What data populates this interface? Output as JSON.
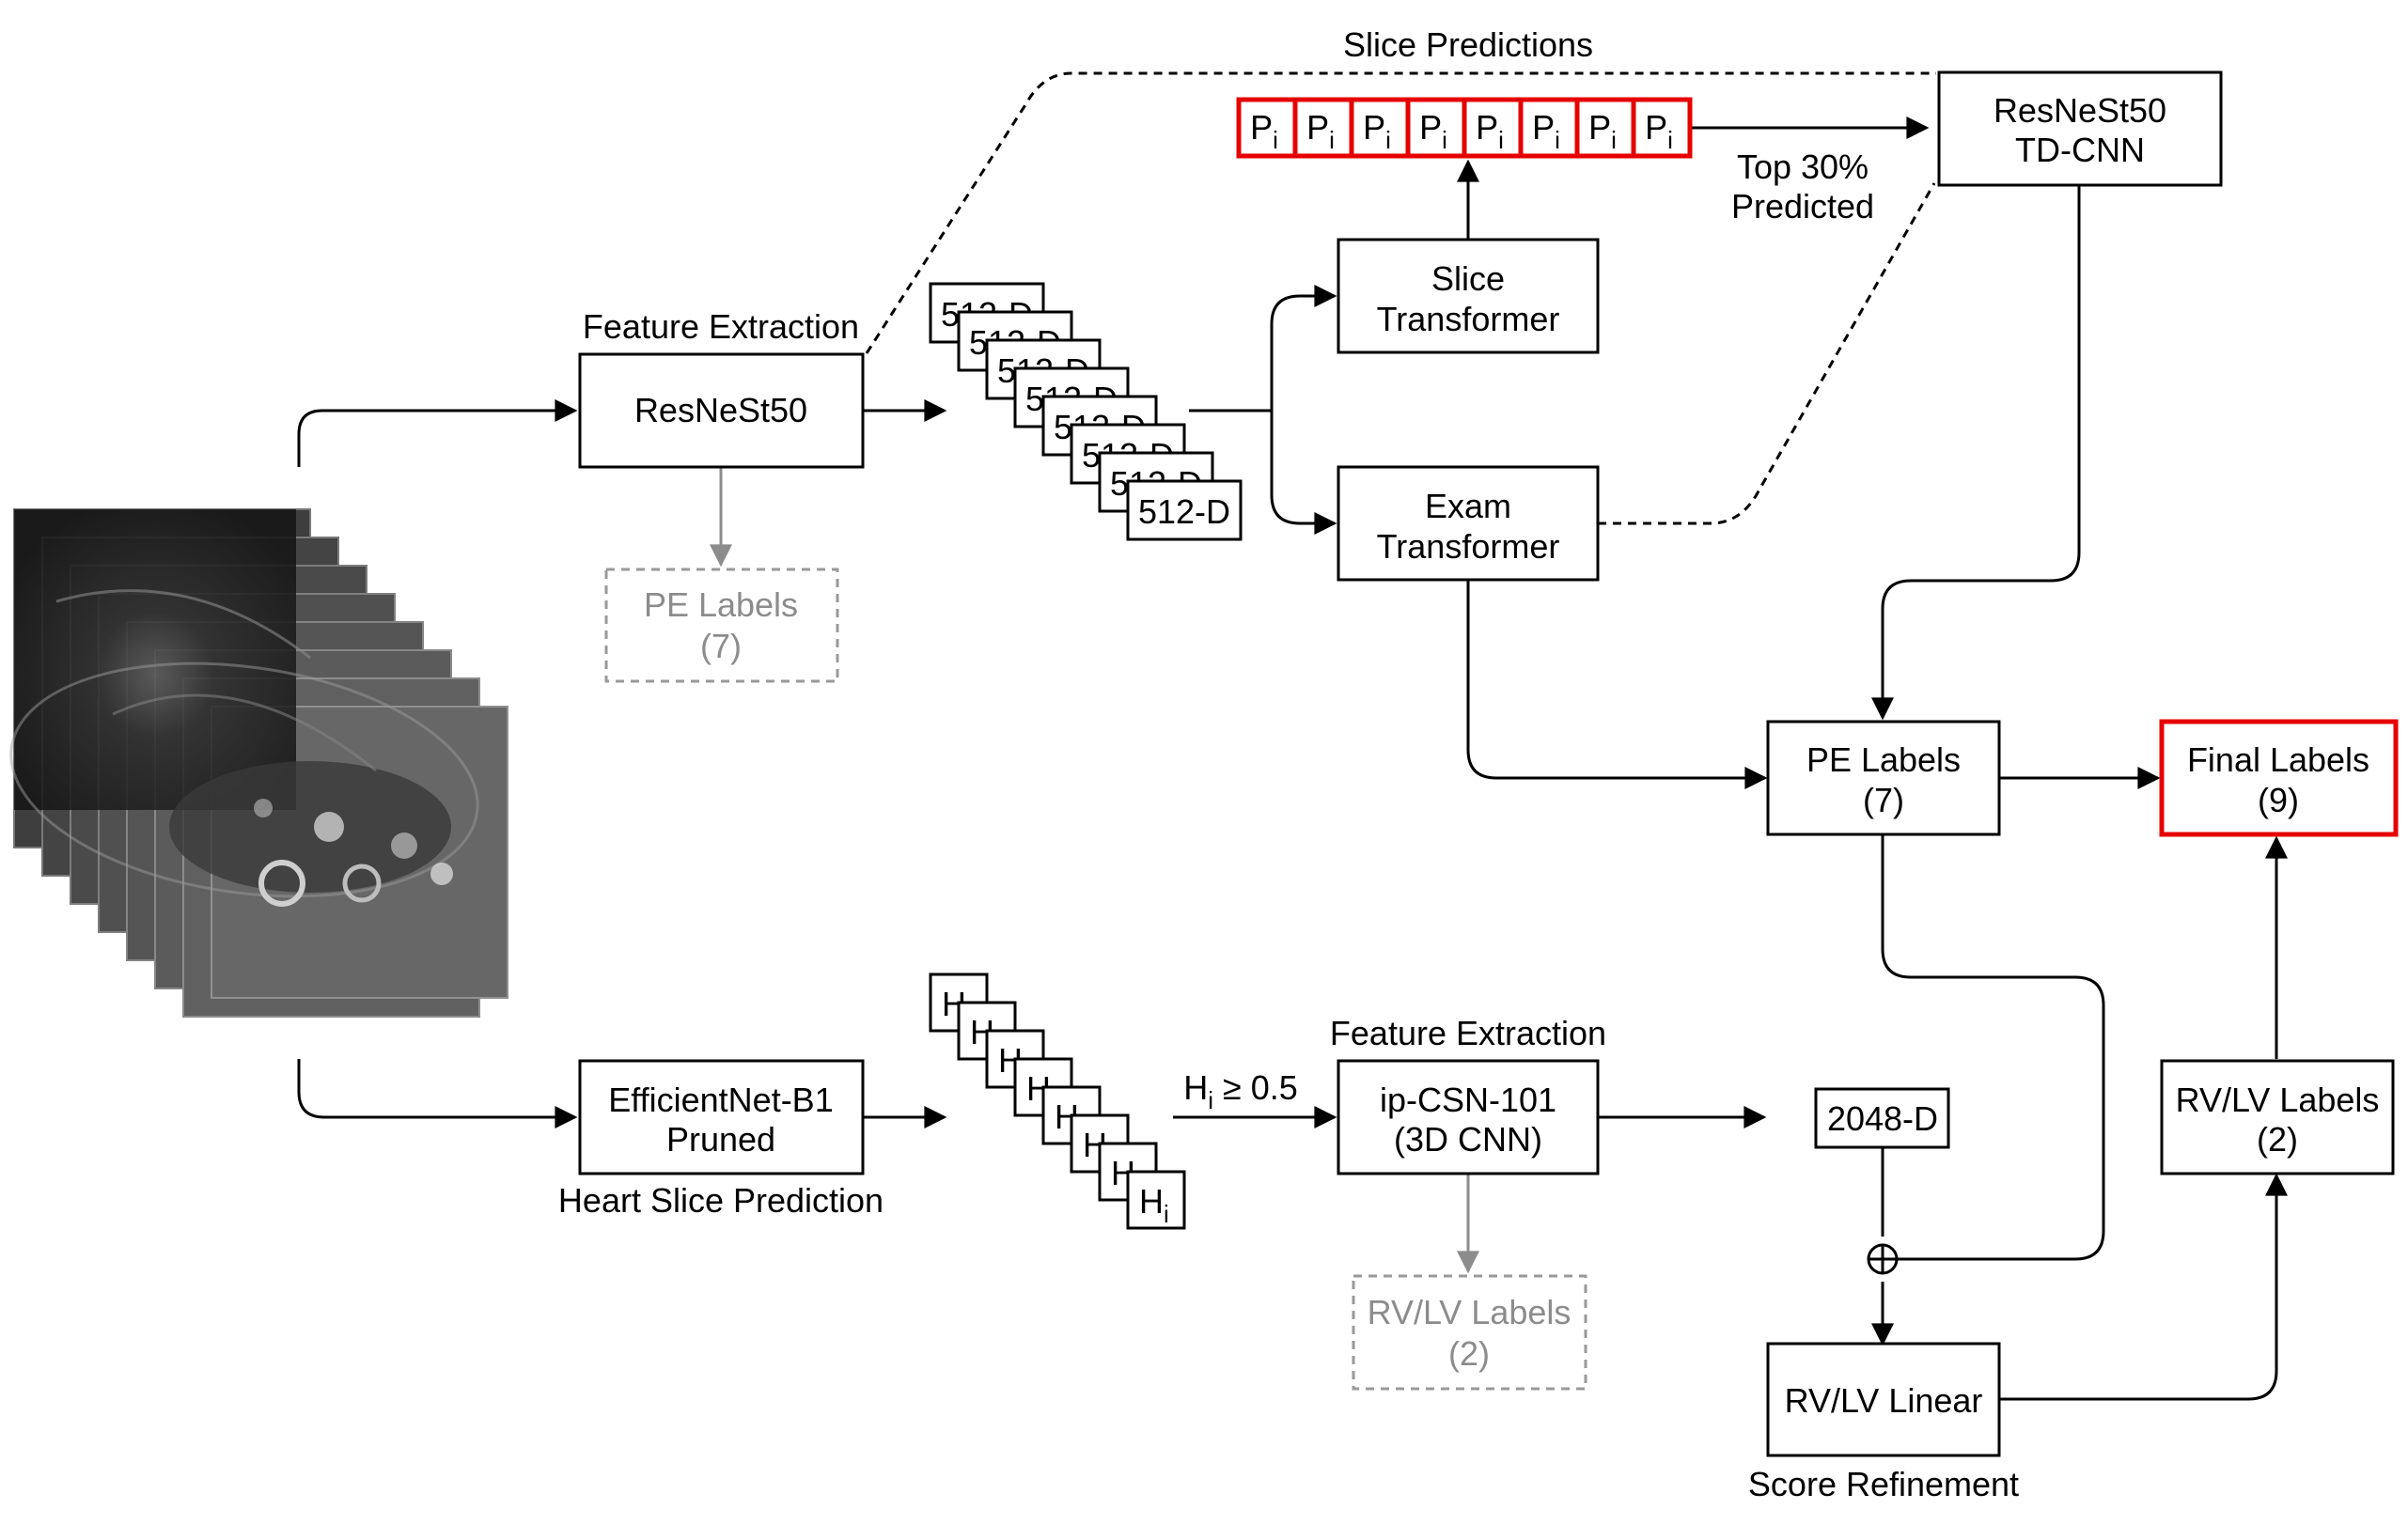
{
  "nodes": {
    "resnest50": "ResNeSt50",
    "feature_extraction_top": "Feature Extraction",
    "pe_labels_aux": [
      "PE Labels",
      "(7)"
    ],
    "feature_vector": "512-D",
    "slice_transformer": [
      "Slice",
      "Transformer"
    ],
    "exam_transformer": [
      "Exam",
      "Transformer"
    ],
    "slice_predictions": "Slice Predictions",
    "slice_pred_cell": "P",
    "slice_pred_sub": "i",
    "tdcnn": [
      "ResNeSt50",
      "TD-CNN"
    ],
    "top30": [
      "Top 30%",
      "Predicted"
    ],
    "pe_labels": [
      "PE Labels",
      "(7)"
    ],
    "final_labels": [
      "Final Labels",
      "(9)"
    ],
    "efficientnet": [
      "EfficientNet-B1",
      "Pruned"
    ],
    "heart_slice_prediction": "Heart Slice Prediction",
    "heart_cell": "H",
    "heart_sub": "i",
    "threshold": [
      "H",
      "i",
      " ≥ 0.5"
    ],
    "feature_extraction_bottom": "Feature Extraction",
    "ipcsn": [
      "ip-CSN-101",
      "(3D CNN)"
    ],
    "rvlv_aux": [
      "RV/LV Labels",
      "(2)"
    ],
    "feature_2048": "2048-D",
    "rvlv_linear": "RV/LV Linear",
    "score_refinement": "Score Refinement",
    "rvlv_labels": [
      "RV/LV Labels",
      "(2)"
    ]
  },
  "counts": {
    "feature_stack": 8,
    "slice_predictions": 8,
    "heart_stack": 8,
    "ct_slices": 8
  },
  "colors": {
    "highlight": "#e60000",
    "aux": "#8c8c8c",
    "ink": "#000000"
  }
}
